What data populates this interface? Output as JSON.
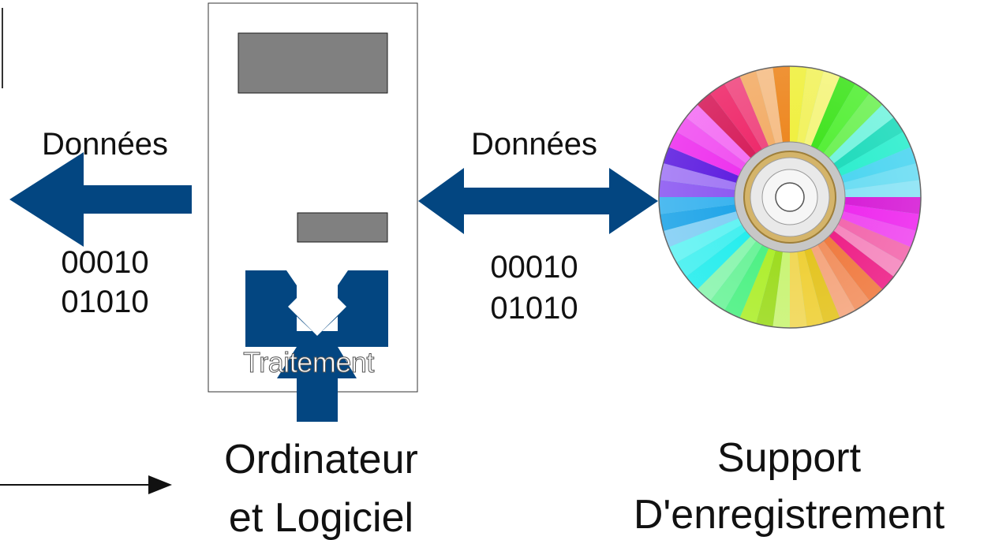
{
  "left": {
    "label": "Données",
    "bits": [
      "00010",
      "01010"
    ]
  },
  "middle": {
    "label": "Données",
    "bits": [
      "00010",
      "01010"
    ]
  },
  "computer": {
    "process_label": "Traitement",
    "caption": [
      "Ordinateur",
      "et Logiciel"
    ]
  },
  "storage": {
    "caption": [
      "Support",
      "D'enregistrement"
    ]
  },
  "colors": {
    "arrow": "#034681",
    "panel": "#808080",
    "outline": "#333333"
  }
}
